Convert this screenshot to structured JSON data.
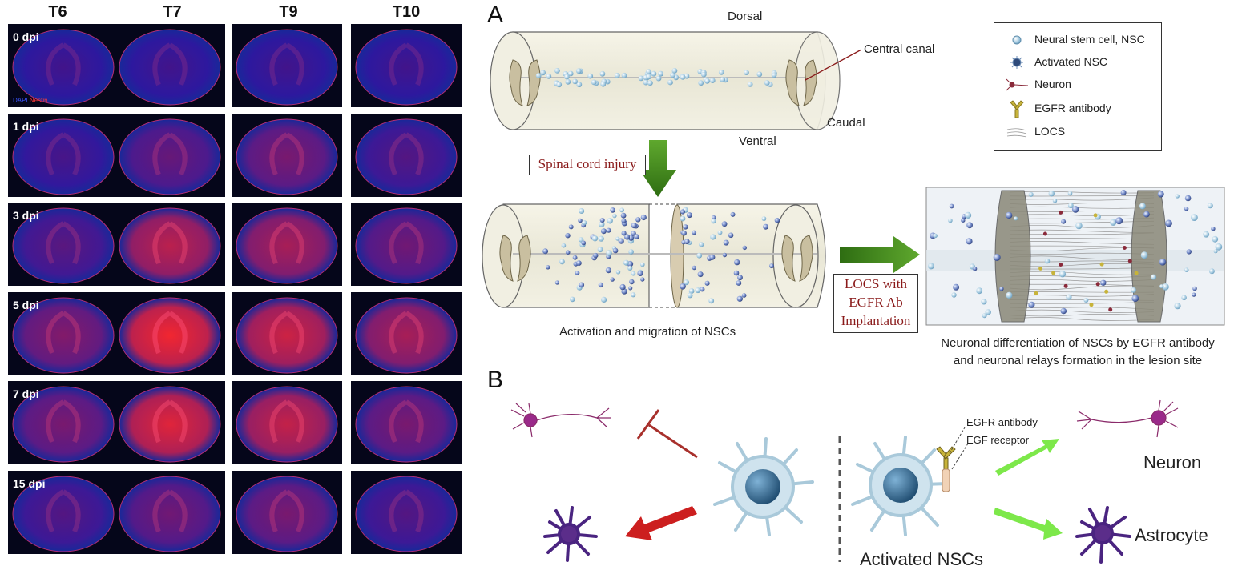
{
  "grid": {
    "columns": [
      "T6",
      "T7",
      "T9",
      "T10"
    ],
    "rows": [
      "0 dpi",
      "1 dpi",
      "3 dpi",
      "5 dpi",
      "7 dpi",
      "15 dpi"
    ],
    "stain_legend": {
      "dapi": "DAPI",
      "nestin": "Nestin"
    }
  },
  "panelA": {
    "letter": "A",
    "dorsal": "Dorsal",
    "ventral": "Ventral",
    "caudal": "Caudal",
    "central_canal": "Central canal",
    "injury_label": "Spinal cord injury",
    "activation_caption": "Activation and migration of NSCs",
    "implant_label_lines": [
      "LOCS with",
      "EGFR Ab",
      "Implantation"
    ],
    "differentiation_caption_lines": [
      "Neuronal differentiation of NSCs by EGFR antibody",
      "and neuronal relays formation in the lesion site"
    ],
    "legend": [
      {
        "icon": "nsc-icon",
        "label": "Neural stem cell, NSC"
      },
      {
        "icon": "activated-nsc-icon",
        "label": "Activated NSC"
      },
      {
        "icon": "neuron-icon",
        "label": "Neuron"
      },
      {
        "icon": "antibody-icon",
        "label": "EGFR antibody"
      },
      {
        "icon": "locs-icon",
        "label": "LOCS"
      }
    ]
  },
  "panelB": {
    "letter": "B",
    "egfr_antibody": "EGFR antibody",
    "egf_receptor": "EGF receptor",
    "neuron": "Neuron",
    "astrocyte": "Astrocyte",
    "activated_nscs": "Activated NSCs"
  },
  "colors": {
    "dapi": "#1c2bb8",
    "nestin": "#ff2030",
    "arrow_green": "#3f8a1c",
    "arrow_red": "#cc1f1f",
    "bright_green": "#7de84a",
    "cell_blue": "#b9d8e8",
    "nucleus": "#2e6e99",
    "astro_purple": "#5b2d8a",
    "serif_red": "#8a1a1a"
  }
}
